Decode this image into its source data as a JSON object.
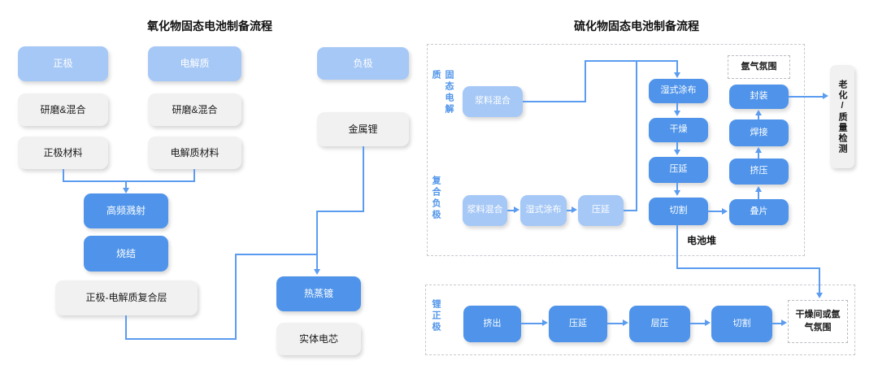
{
  "left": {
    "title": "氧化物固态电池制备流程",
    "nodes": {
      "cathode": "正极",
      "electrolyte": "电解质",
      "anode": "负极",
      "grind_mix_1": "研磨&混合",
      "grind_mix_2": "研磨&混合",
      "cathode_material": "正极材料",
      "electrolyte_material": "电解质材料",
      "lithium_metal": "金属锂",
      "hf_sputtering": "高频溅射",
      "sintering": "烧结",
      "composite_layer": "正极-电解质复合层",
      "thermal_evaporation": "热蒸镀",
      "solid_cell": "实体电芯"
    }
  },
  "right": {
    "title": "硫化物固态电池制备流程",
    "lanes": {
      "solid_electrolyte": "固态电解质",
      "composite_anode": "复合负极",
      "lithium_cathode": "锂正极"
    },
    "nodes": {
      "slurry_mixing_se": "浆料混合",
      "wet_coating_mid": "湿式涂布",
      "drying": "干燥",
      "calendering_mid": "压延",
      "cutting_mid": "切割",
      "stacking": "叠片",
      "pressing": "挤压",
      "welding": "焊接",
      "packaging": "封装",
      "slurry_mixing_an": "浆料混合",
      "wet_coating_an": "湿式涂布",
      "calendering_an": "压延",
      "extrusion": "挤出",
      "calendering_li": "压延",
      "lamination": "层压",
      "cutting_li": "切割"
    },
    "labels": {
      "argon_atmosphere": "氩气氛围",
      "aging_qc": "老化/质量检测",
      "cell_stack": "电池堆",
      "dry_room_or_argon": "干燥间或氩气氛围"
    }
  },
  "colors": {
    "light_blue": "#a6c8f6",
    "medium_blue": "#4f94ea",
    "line_blue": "#5b9cf0",
    "gray_box": "#f1f1f2",
    "dashed_border": "#c6c9cf"
  }
}
